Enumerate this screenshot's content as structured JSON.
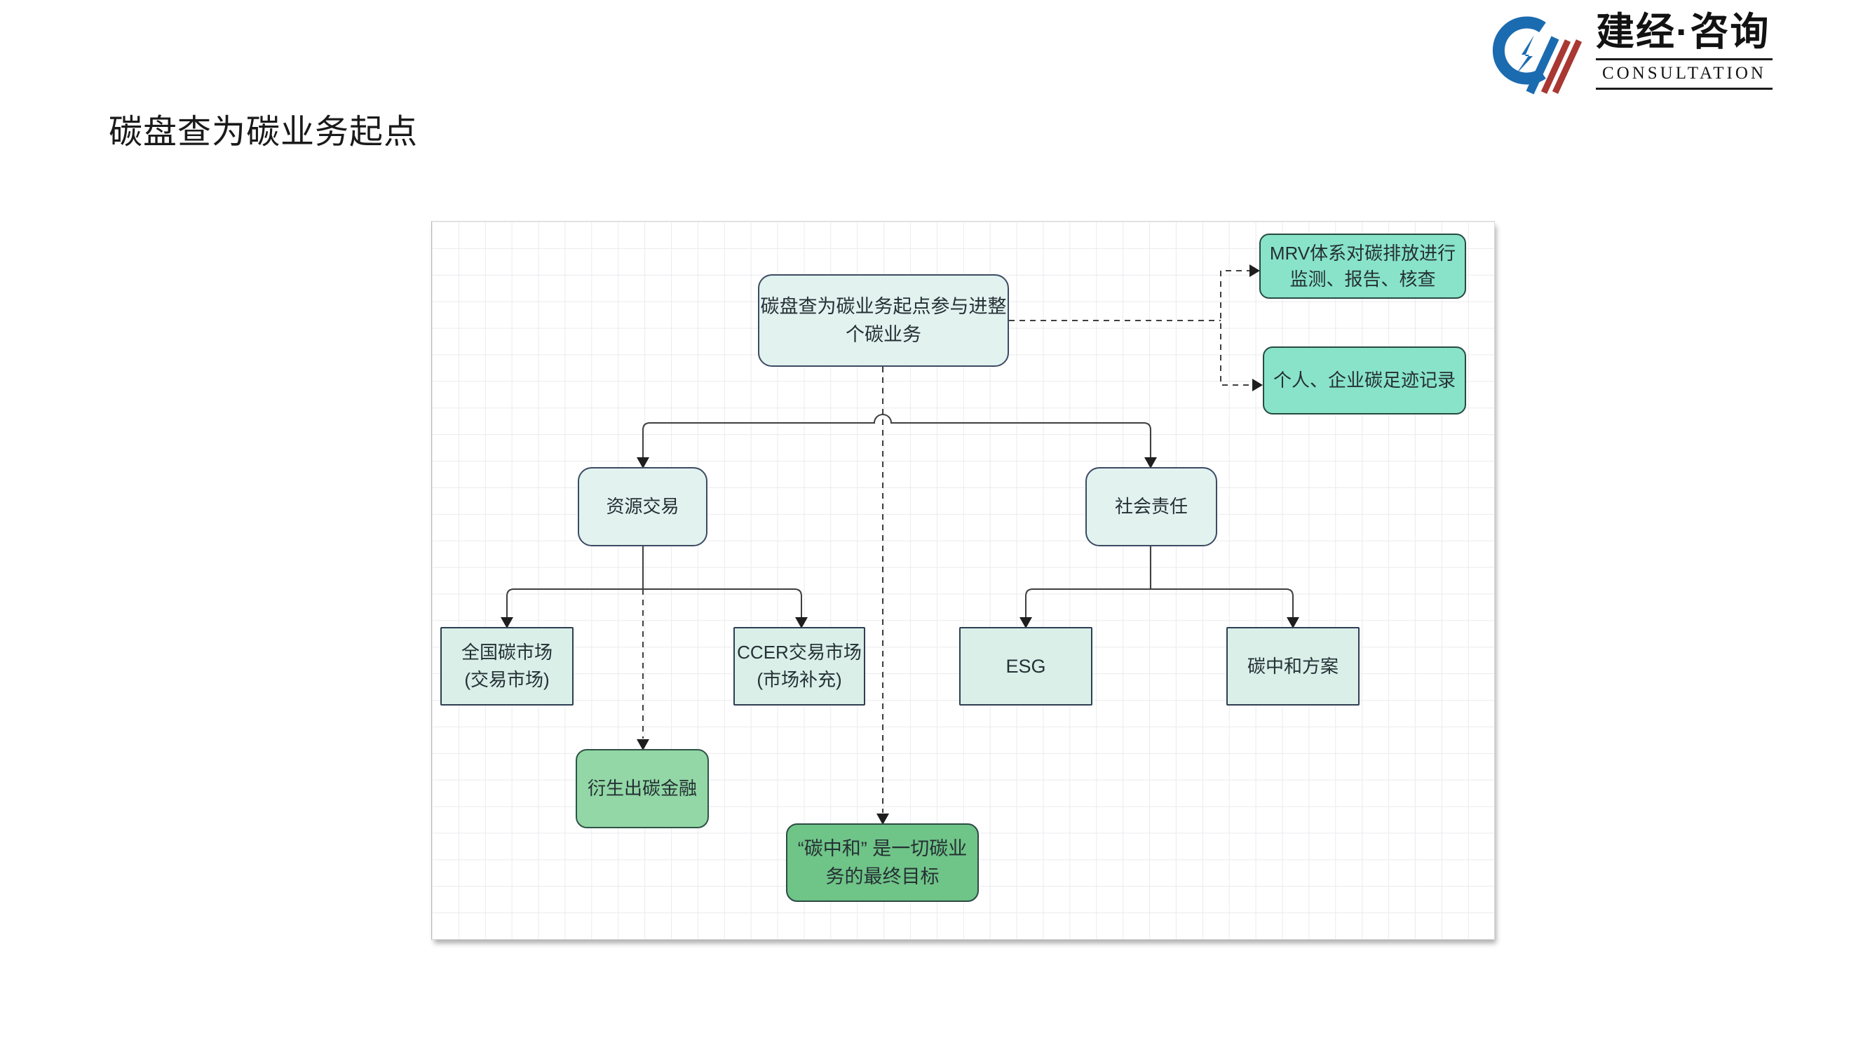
{
  "page": {
    "title": "碳盘查为碳业务起点"
  },
  "logo": {
    "brand": "建经·咨询",
    "subtitle": "CONSULTATION",
    "icon_blue": "#1b6bb0",
    "icon_red": "#a93832"
  },
  "diagram": {
    "colors": {
      "node_light": "#e2f2ef",
      "node_mint_rect": "#d9efe8",
      "node_teal": "#88e3c9",
      "node_green": "#92d7a5",
      "node_deep_green": "#6fc487",
      "node_border_dark": "#2e3e52",
      "connector": "#3f3f3f",
      "grid_line": "#ebebef"
    },
    "nodes": {
      "root": {
        "label": "碳盘查为碳业务起点参与进整\n个碳业务",
        "fill": "#e2f2ef"
      },
      "mrv": {
        "label": "MRV体系对碳排放进行\n监测、报告、核查",
        "fill": "#88e3c9"
      },
      "footprint": {
        "label": "个人、企业碳足迹记录",
        "fill": "#88e3c9"
      },
      "resource": {
        "label": "资源交易",
        "fill": "#e2f2ef"
      },
      "social": {
        "label": "社会责任",
        "fill": "#e2f2ef"
      },
      "national": {
        "label": "全国碳市场\n(交易市场)",
        "fill": "#d9efe8"
      },
      "ccer": {
        "label": "CCER交易市场\n(市场补充)",
        "fill": "#d9efe8"
      },
      "esg": {
        "label": "ESG",
        "fill": "#d9efe8"
      },
      "plan": {
        "label": "碳中和方案",
        "fill": "#d9efe8"
      },
      "finance": {
        "label": "衍生出碳金融",
        "fill": "#92d7a5"
      },
      "goal": {
        "label": "“碳中和” 是一切碳业\n务的最终目标",
        "fill": "#6fc487"
      }
    }
  }
}
